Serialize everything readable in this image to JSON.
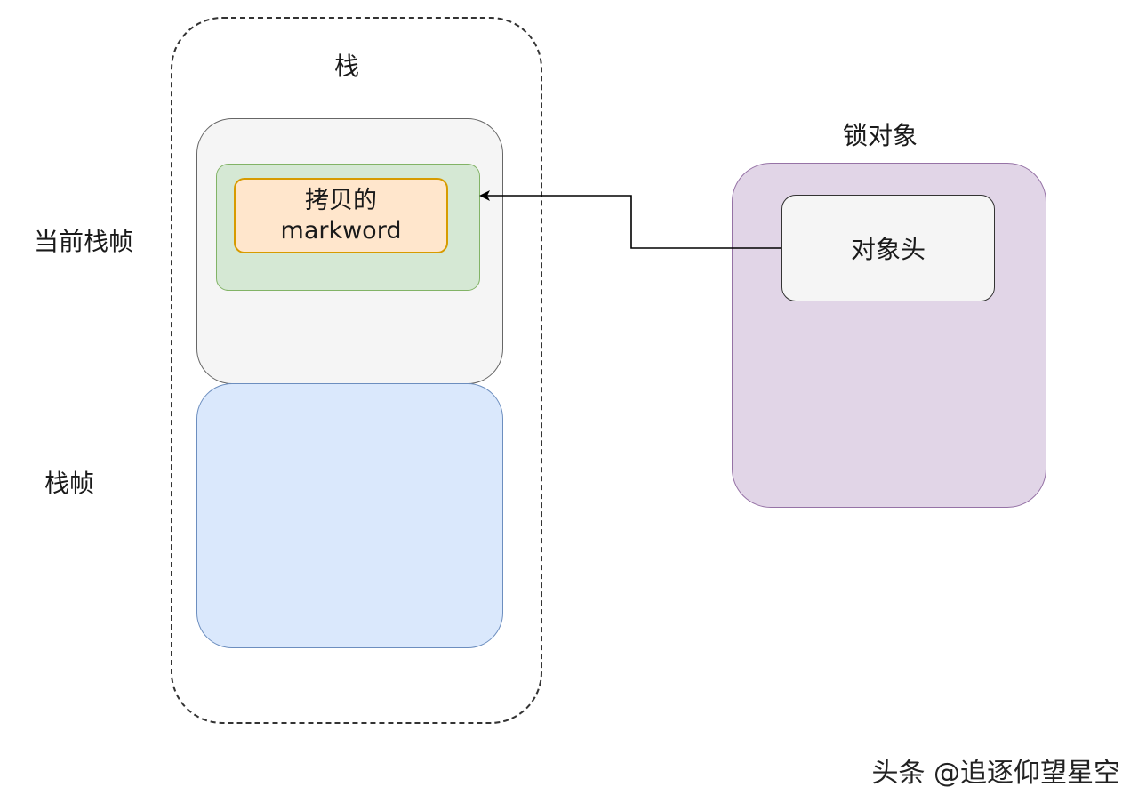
{
  "stack": {
    "title": "栈",
    "current_frame_label": "当前栈帧",
    "frame_label": "栈帧",
    "copied_markword": {
      "line1": "拷贝的",
      "line2": "markword"
    }
  },
  "lock_object": {
    "title": "锁对象",
    "header_label": "对象头"
  },
  "watermark": "头条 @追逐仰望星空",
  "colors": {
    "current_frame_fill": "#f5f5f5",
    "green_fill": "#d5e8d4",
    "markword_fill": "#ffe6cc",
    "markword_border": "#d79b00",
    "frame_fill": "#dae8fc",
    "lock_object_fill": "#e1d5e7",
    "header_fill": "#f5f5f5"
  }
}
